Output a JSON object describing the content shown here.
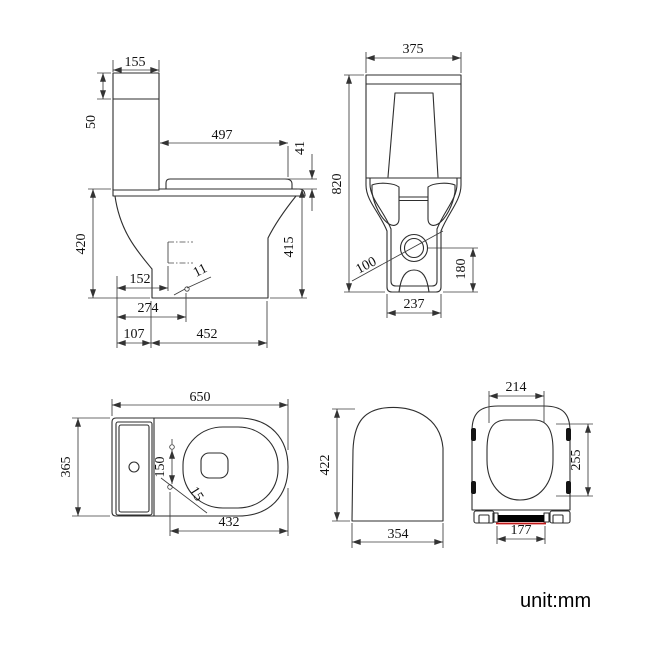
{
  "unit_label": "unit:mm",
  "colors": {
    "line_ink": "#2e2e2e",
    "damper_fill": "#000000",
    "damper_accent": "#c01818"
  },
  "side_view": {
    "tank_width": "155",
    "tank_lid_height": "50",
    "seat_length": "497",
    "seat_thickness": "41",
    "total_height": "420",
    "bowl_height": "415",
    "outlet_setback": "152",
    "outlet_detail": "11",
    "fixing_center": "274",
    "front_offset": "107",
    "base_length": "452"
  },
  "front_view": {
    "tank_width": "375",
    "total_height": "820",
    "outlet_diameter": "100",
    "outlet_height": "180",
    "base_width": "237"
  },
  "plan_view": {
    "total_length": "650",
    "total_width": "365",
    "fixing_spacing": "150",
    "fixing_offset": "15",
    "bowl_length": "432"
  },
  "lid_side_view": {
    "height": "422",
    "depth": "354"
  },
  "seat_view": {
    "inner_width": "214",
    "inner_height": "255",
    "hinge_width": "177"
  }
}
